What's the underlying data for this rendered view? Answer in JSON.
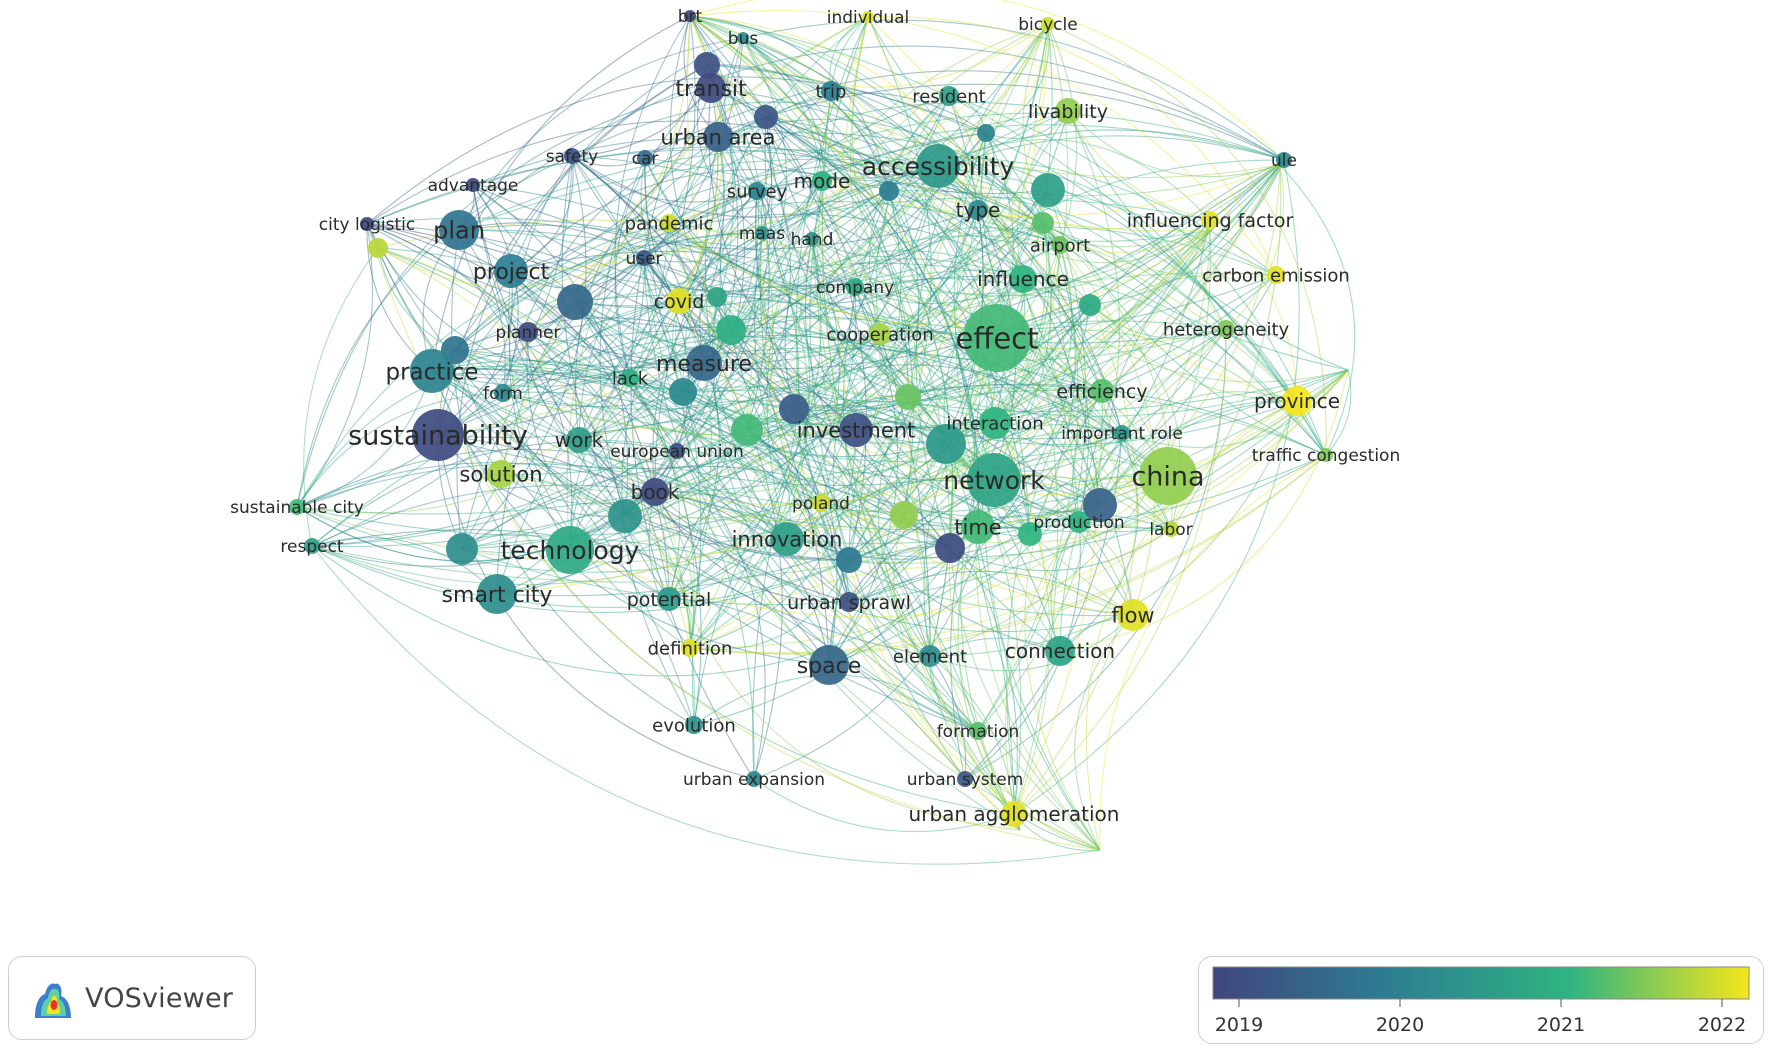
{
  "app": "VOSviewer",
  "colors": {
    "c2019": "#41457f",
    "c2020": "#2d7e92",
    "c2021": "#2fb481",
    "c2022": "#f5e61c",
    "label": "#2a2a2a"
  },
  "color_scale": {
    "min": 2019,
    "max": 2022,
    "ticks": [
      "2019",
      "2020",
      "2021",
      "2022"
    ]
  },
  "nodes": [
    {
      "label": "brt",
      "year": 2019.0
    },
    {
      "label": "bus",
      "year": 2020.3
    },
    {
      "label": "individual",
      "year": 2021.9
    },
    {
      "label": "bicycle",
      "year": 2021.8
    },
    {
      "label": "transit",
      "year": 2019.1
    },
    {
      "label": "trip",
      "year": 2020.0
    },
    {
      "label": "resident",
      "year": 2020.6
    },
    {
      "label": "livability",
      "year": 2021.5
    },
    {
      "label": "urban area",
      "year": 2019.5
    },
    {
      "label": "safety",
      "year": 2019.2
    },
    {
      "label": "car",
      "year": 2019.6
    },
    {
      "label": "accessibility",
      "year": 2020.5
    },
    {
      "label": "ule",
      "year": 2020.2
    },
    {
      "label": "advantage",
      "year": 2019.1
    },
    {
      "label": "survey",
      "year": 2020.1
    },
    {
      "label": "mode",
      "year": 2021.0
    },
    {
      "label": "type",
      "year": 2020.2
    },
    {
      "label": "city logistic",
      "year": 2019.0
    },
    {
      "label": "plan",
      "year": 2019.8
    },
    {
      "label": "pandemic",
      "year": 2021.8
    },
    {
      "label": "maas",
      "year": 2020.4
    },
    {
      "label": "hand",
      "year": 2020.4
    },
    {
      "label": "influencing factor",
      "year": 2021.9
    },
    {
      "label": "airport",
      "year": 2021.3
    },
    {
      "label": "user",
      "year": 2019.3
    },
    {
      "label": "project",
      "year": 2020.0
    },
    {
      "label": "carbon emission",
      "year": 2021.9
    },
    {
      "label": "influence",
      "year": 2021.0
    },
    {
      "label": "company",
      "year": 2020.8
    },
    {
      "label": "covid",
      "year": 2021.9
    },
    {
      "label": "heterogeneity",
      "year": 2021.4
    },
    {
      "label": "planner",
      "year": 2019.1
    },
    {
      "label": "cooperation",
      "year": 2021.6
    },
    {
      "label": "effect",
      "year": 2021.1
    },
    {
      "label": "practice",
      "year": 2020.1
    },
    {
      "label": "measure",
      "year": 2019.6
    },
    {
      "label": "lack",
      "year": 2020.9
    },
    {
      "label": "form",
      "year": 2020.2
    },
    {
      "label": "efficiency",
      "year": 2021.2
    },
    {
      "label": "province",
      "year": 2022.0
    },
    {
      "label": "sustainability",
      "year": 2019.1
    },
    {
      "label": "investment",
      "year": 2019.2
    },
    {
      "label": "interaction",
      "year": 2021.0
    },
    {
      "label": "important role",
      "year": 2020.5
    },
    {
      "label": "work",
      "year": 2020.6
    },
    {
      "label": "european union",
      "year": 2019.2
    },
    {
      "label": "traffic congestion",
      "year": 2021.4
    },
    {
      "label": "solution",
      "year": 2021.6
    },
    {
      "label": "china",
      "year": 2021.5
    },
    {
      "label": "network",
      "year": 2020.7
    },
    {
      "label": "book",
      "year": 2019.1
    },
    {
      "label": "sustainable city",
      "year": 2021.1
    },
    {
      "label": "poland",
      "year": 2021.8
    },
    {
      "label": "time",
      "year": 2021.1
    },
    {
      "label": "production",
      "year": 2021.0
    },
    {
      "label": "labor",
      "year": 2021.7
    },
    {
      "label": "innovation",
      "year": 2020.6
    },
    {
      "label": "technology",
      "year": 2020.8
    },
    {
      "label": "respect",
      "year": 2020.6
    },
    {
      "label": "smart city",
      "year": 2020.3
    },
    {
      "label": "potential",
      "year": 2020.5
    },
    {
      "label": "urban sprawl",
      "year": 2019.2
    },
    {
      "label": "flow",
      "year": 2021.9
    },
    {
      "label": "definition",
      "year": 2021.9
    },
    {
      "label": "space",
      "year": 2019.6
    },
    {
      "label": "element",
      "year": 2020.3
    },
    {
      "label": "connection",
      "year": 2020.7
    },
    {
      "label": "evolution",
      "year": 2020.4
    },
    {
      "label": "formation",
      "year": 2021.2
    },
    {
      "label": "urban expansion",
      "year": 2020.2
    },
    {
      "label": "urban system",
      "year": 2019.3
    },
    {
      "label": "urban agglomeration",
      "year": 2021.9
    },
    {
      "label": "",
      "year": 2019.2
    },
    {
      "label": "",
      "year": 2019.3
    },
    {
      "label": "",
      "year": 2020.1
    },
    {
      "label": "",
      "year": 2020.6
    },
    {
      "label": "",
      "year": 2021.2
    },
    {
      "label": "",
      "year": 2020.0
    },
    {
      "label": "",
      "year": 2019.6
    },
    {
      "label": "",
      "year": 2020.7
    },
    {
      "label": "",
      "year": 2020.9
    },
    {
      "label": "",
      "year": 2021.3
    },
    {
      "label": "",
      "year": 2019.4
    },
    {
      "label": "",
      "year": 2020.5
    },
    {
      "label": "",
      "year": 2021.1
    },
    {
      "label": "",
      "year": 2019.8
    },
    {
      "label": "",
      "year": 2020.4
    },
    {
      "label": "",
      "year": 2021.5
    },
    {
      "label": "",
      "year": 2019.1
    },
    {
      "label": "",
      "year": 2020.8
    },
    {
      "label": "",
      "year": 2021.7
    },
    {
      "label": "",
      "year": 2020.2
    },
    {
      "label": "",
      "year": 2019.5
    },
    {
      "label": "",
      "year": 2021.0
    },
    {
      "label": "",
      "year": 2020.3
    },
    {
      "label": "",
      "year": 2019.9
    }
  ]
}
